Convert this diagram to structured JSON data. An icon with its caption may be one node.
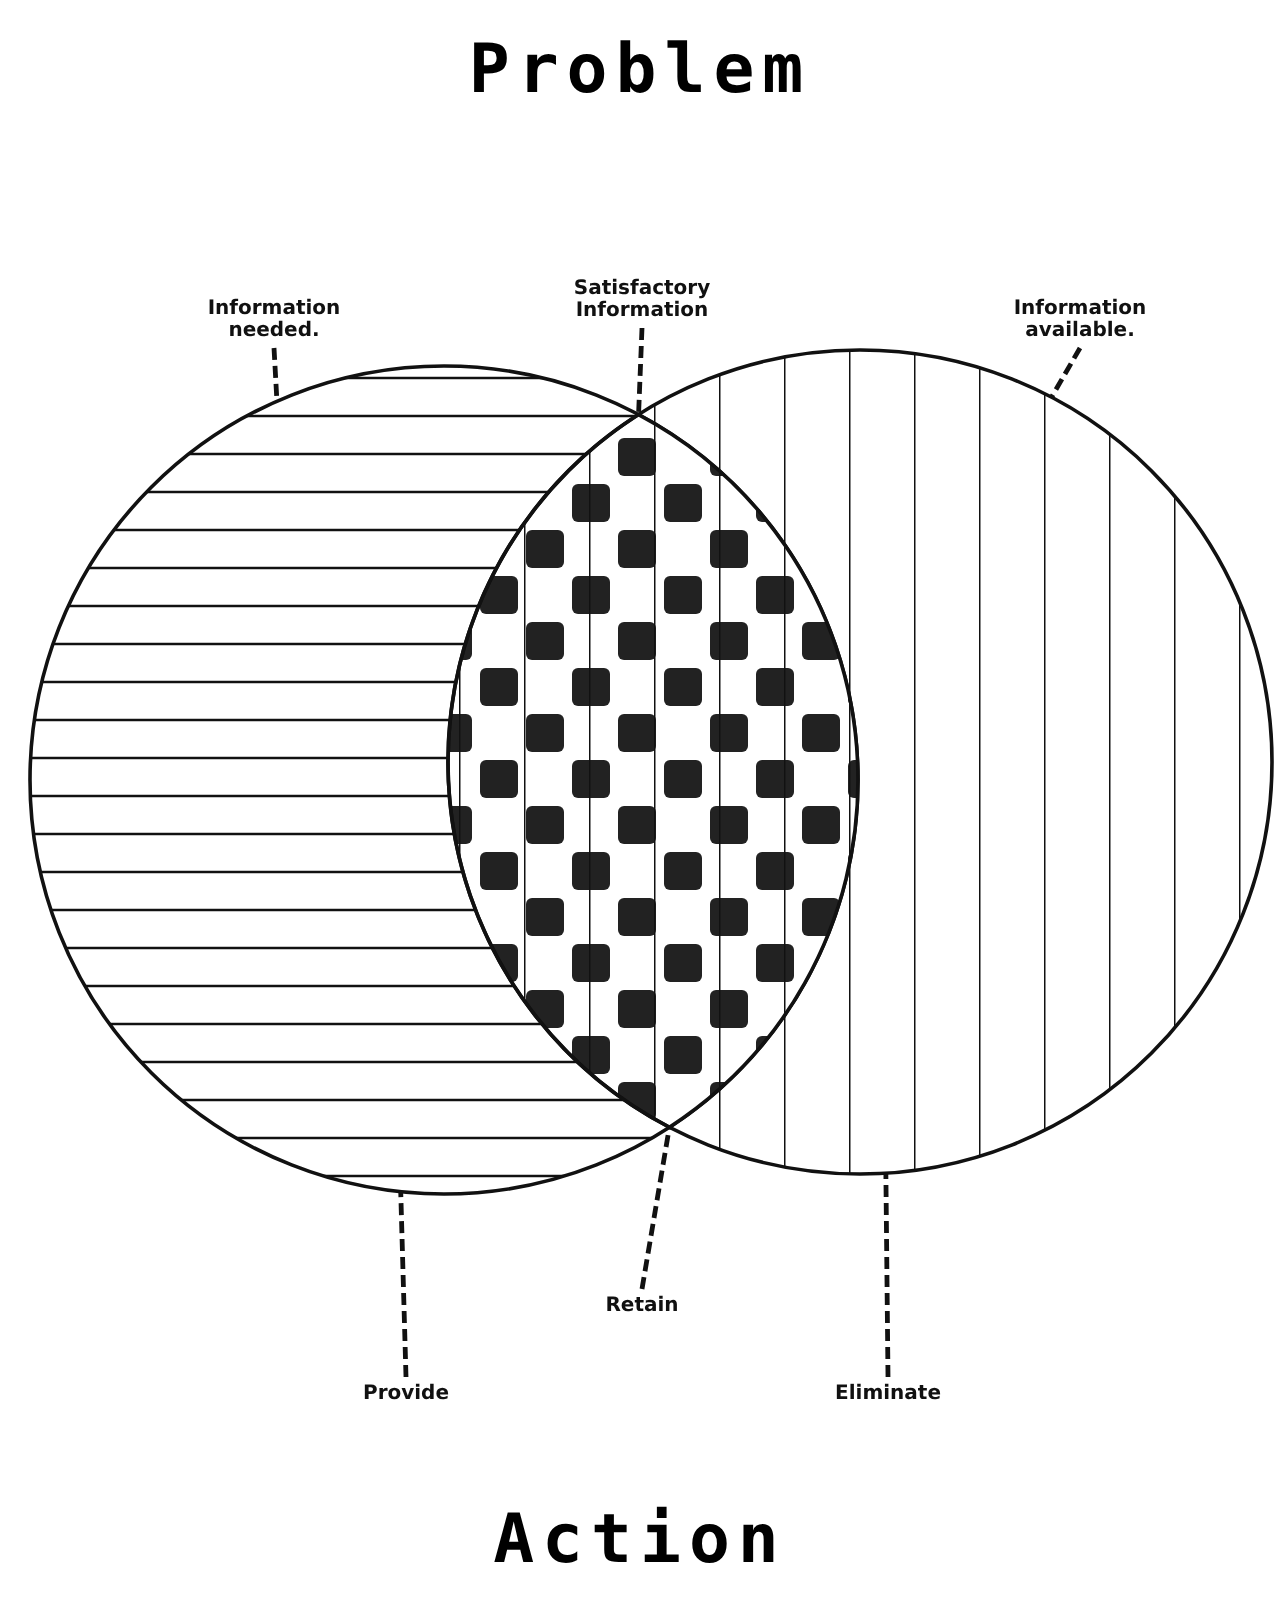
{
  "diagram": {
    "title": "Problem",
    "caption": "Action",
    "nodes": [
      {
        "text": [
          "Information needed."
        ]
      },
      {
        "text": [
          "Satisfactory Information"
        ]
      },
      {
        "text": [
          "Information available."
        ]
      },
      {
        "text": [],
        "shape": "circle"
      },
      {
        "text": [],
        "shape": "lens"
      },
      {
        "text": [],
        "shape": "circle"
      },
      {
        "text": [
          "Retain"
        ]
      },
      {
        "text": [
          "Provide"
        ]
      },
      {
        "text": [
          "Eliminate"
        ]
      }
    ],
    "edges": [
      {
        "from": 0,
        "to": 3,
        "arrow": "none",
        "style": "dashed"
      },
      {
        "from": 1,
        "to": 4,
        "arrow": "none",
        "style": "dashed"
      },
      {
        "from": 2,
        "to": 5,
        "arrow": "none",
        "style": "dashed"
      },
      {
        "from": 6,
        "to": 4,
        "arrow": "none",
        "style": "dashed"
      },
      {
        "from": 7,
        "to": 3,
        "arrow": "none",
        "style": "dashed"
      },
      {
        "from": 8,
        "to": 5,
        "arrow": "none",
        "style": "dashed"
      }
    ]
  }
}
